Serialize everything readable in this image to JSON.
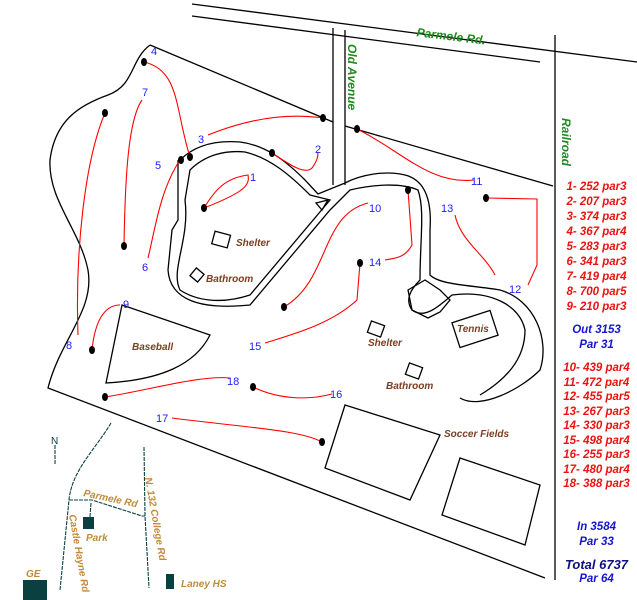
{
  "roads": {
    "parmele": "Parmele Rd.",
    "old_avenue": "Old Avenue",
    "railroad": "Railroad"
  },
  "places": {
    "shelter1": "Shelter",
    "bathroom1": "Bathroom",
    "baseball": "Baseball",
    "shelter2": "Shelter",
    "tennis": "Tennis",
    "bathroom2": "Bathroom",
    "soccer": "Soccer Fields"
  },
  "hole_numbers": [
    "1",
    "2",
    "3",
    "4",
    "5",
    "6",
    "7",
    "8",
    "9",
    "10",
    "11",
    "12",
    "13",
    "14",
    "15",
    "16",
    "17",
    "18"
  ],
  "inset": {
    "north": "N",
    "parmele": "Parmele Rd",
    "park": "Park",
    "college": "N. 132 College Rd",
    "castle": "Castle Hayne Rd",
    "ge": "GE",
    "laney": "Laney HS"
  },
  "scorecard": {
    "front": [
      "1- 252 par3",
      "2- 207 par3",
      "3- 374 par3",
      "4- 367 par4",
      "5- 283 par3",
      "6- 341 par3",
      "7- 419 par4",
      "8- 700 par5",
      "9- 210 par3"
    ],
    "out": "Out 3153",
    "out_par": "Par 31",
    "back": [
      "10- 439 par4",
      "11- 472 par4",
      "12- 455 par5",
      "13- 267 par3",
      "14- 330 par3",
      "15- 498 par4",
      "16- 255 par3",
      "17- 480 par4",
      "18- 388 par3"
    ],
    "in": "In 3584",
    "in_par": "Par 33",
    "total": "Total 6737",
    "total_par": "Par 64"
  },
  "colors": {
    "fairway": "#ff0000",
    "hole_number": "#2020ff",
    "road_label": "#1e8a1e",
    "place_label": "#7a3e22",
    "inset_label": "#c08a3a",
    "inset_block": "#0b4040"
  }
}
